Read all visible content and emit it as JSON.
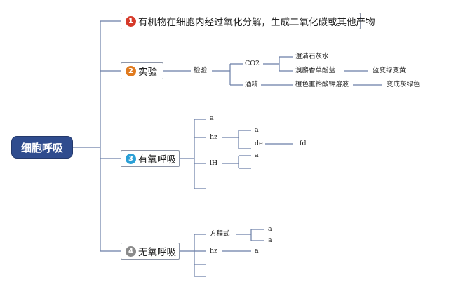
{
  "root": {
    "label": "细胞呼吸"
  },
  "branches": [
    {
      "number": "1",
      "label": "有机物在细胞内经过氧化分解，生成二氧化碳或其他产物",
      "badge_color": "#d63a2a"
    },
    {
      "number": "2",
      "label": "实验",
      "badge_color": "#e07a1e",
      "children": {
        "test": "检验",
        "co2": "CO2",
        "co2_method1": "澄清石灰水",
        "co2_method2": "溴麝香草酚蓝",
        "co2_method2_result": "蓝变绿变黄",
        "alcohol": "酒精",
        "alcohol_method": "橙色重铬酸钾溶液",
        "alcohol_result": "变成灰绿色"
      }
    },
    {
      "number": "3",
      "label": "有氧呼吸",
      "badge_color": "#2a9fd6",
      "children": {
        "a": "a",
        "hz": "hz",
        "hz_a": "a",
        "hz_de": "de",
        "hz_de_fd": "fd",
        "lh": "lH",
        "lh_a": "a"
      }
    },
    {
      "number": "4",
      "label": "无氧呼吸",
      "badge_color": "#8a8a8a",
      "children": {
        "equation": "方程式",
        "eq_a1": "a",
        "eq_a2": "a",
        "hz": "hz",
        "hz_a": "a"
      }
    }
  ]
}
